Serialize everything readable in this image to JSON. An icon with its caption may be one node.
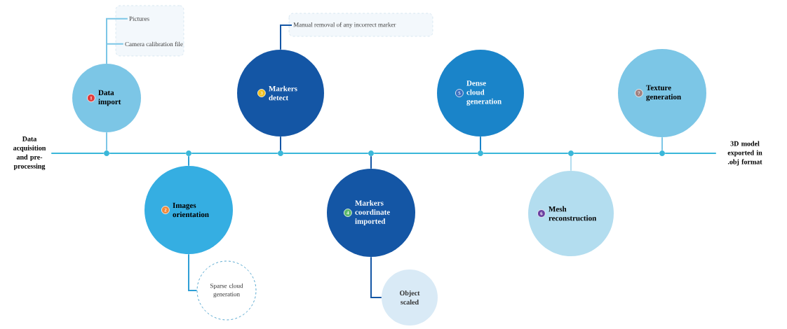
{
  "diagram": {
    "nodes": [
      {
        "text": [
          "Data acquisition and pre-processing"
        ]
      },
      {
        "text": [
          "1",
          "Data import"
        ]
      },
      {
        "text": [
          "2",
          "Images orientation"
        ]
      },
      {
        "text": [
          "3",
          "Markers detect"
        ]
      },
      {
        "text": [
          "4",
          "Markers coordinate imported"
        ]
      },
      {
        "text": [
          "5",
          "Dense cloud generation"
        ]
      },
      {
        "text": [
          "6",
          "Mesh reconstruction"
        ]
      },
      {
        "text": [
          "7",
          "Texture generation"
        ]
      },
      {
        "text": [],
        "shape": "box"
      },
      {
        "text": [
          "Pictures"
        ],
        "in": 8
      },
      {
        "text": [
          "Camera calibration file"
        ],
        "in": 8
      },
      {
        "text": [
          "Manual removal of any incorrect marker"
        ]
      },
      {
        "text": [
          "Sparse cloud generation"
        ]
      },
      {
        "text": [
          "Object scaled"
        ]
      },
      {
        "text": [
          "3D model exported in .obj format"
        ]
      },
      {
        "text": [],
        "shape": "circle"
      },
      {
        "text": [],
        "shape": "circle"
      },
      {
        "text": [],
        "shape": "circle"
      },
      {
        "text": [],
        "shape": "circle"
      },
      {
        "text": [],
        "shape": "circle"
      },
      {
        "text": [],
        "shape": "circle"
      },
      {
        "text": [],
        "shape": "circle"
      }
    ],
    "edges": [
      {
        "from": 0,
        "to": 15,
        "arrow": "none"
      },
      {
        "from": 15,
        "to": 16,
        "arrow": "none"
      },
      {
        "from": 16,
        "to": 17,
        "arrow": "none"
      },
      {
        "from": 17,
        "to": 18,
        "arrow": "none"
      },
      {
        "from": 18,
        "to": 19,
        "arrow": "none"
      },
      {
        "from": 19,
        "to": 20,
        "arrow": "none"
      },
      {
        "from": 20,
        "to": 21,
        "arrow": "none"
      },
      {
        "from": 21,
        "to": 14,
        "arrow": "none"
      },
      {
        "from": 1,
        "to": 15,
        "arrow": "none",
        "color": "#7cc6e6"
      },
      {
        "from": 2,
        "to": 16,
        "arrow": "none",
        "color": "#2f9fd6"
      },
      {
        "from": 3,
        "to": 17,
        "arrow": "none",
        "color": "#1456a5"
      },
      {
        "from": 4,
        "to": 18,
        "arrow": "none",
        "color": "#1456a5"
      },
      {
        "from": 5,
        "to": 19,
        "arrow": "none",
        "color": "#1a84c9"
      },
      {
        "from": 6,
        "to": 20,
        "arrow": "none",
        "color": "#b3ddef"
      },
      {
        "from": 7,
        "to": 21,
        "arrow": "none",
        "color": "#7cc6e6"
      },
      {
        "from": 1,
        "to": 9,
        "arrow": "none",
        "color": "#7cc6e6"
      },
      {
        "from": 1,
        "to": 10,
        "arrow": "none",
        "color": "#7cc6e6"
      },
      {
        "from": 3,
        "to": 11,
        "arrow": "none",
        "color": "#1456a5"
      },
      {
        "from": 2,
        "to": 12,
        "arrow": "none",
        "color": "#2f9fd6"
      },
      {
        "from": 4,
        "to": 13,
        "arrow": "none",
        "color": "#1456a5"
      }
    ]
  }
}
